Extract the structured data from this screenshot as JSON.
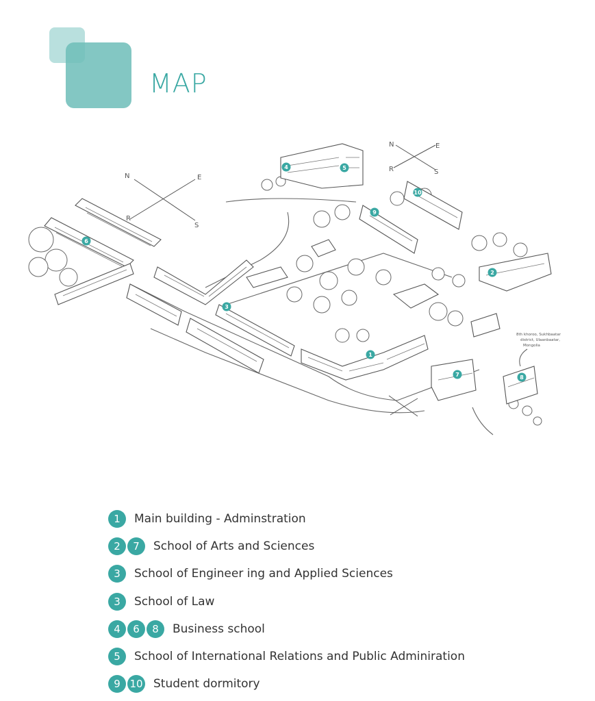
{
  "title": "MAP",
  "compass": {
    "n": "N",
    "e": "E",
    "s": "S",
    "r": "R"
  },
  "address": [
    "8th khoroo, Sukhbaatar",
    "district, Ulaanbaatar,",
    "Mongolia"
  ],
  "colors": {
    "accent": "#3aa8a3",
    "square_light": "#7fc6c3",
    "square_dark": "#6dbdb9"
  },
  "map_markers": [
    {
      "label": "1"
    },
    {
      "label": "2"
    },
    {
      "label": "3"
    },
    {
      "label": "4"
    },
    {
      "label": "5"
    },
    {
      "label": "6"
    },
    {
      "label": "7"
    },
    {
      "label": "8"
    },
    {
      "label": "9"
    },
    {
      "label": "10"
    }
  ],
  "legend": [
    {
      "badges": [
        "1"
      ],
      "label": "Main building - Adminstration"
    },
    {
      "badges": [
        "2",
        "7"
      ],
      "label": "School of Arts and Sciences"
    },
    {
      "badges": [
        "3"
      ],
      "label": "School of Engineer ing and Applied Sciences"
    },
    {
      "badges": [
        "3"
      ],
      "label": "School of Law"
    },
    {
      "badges": [
        "4",
        "6",
        "8"
      ],
      "label": "Business school"
    },
    {
      "badges": [
        "5"
      ],
      "label": "School of International Relations and Public Adminiration"
    },
    {
      "badges": [
        "9",
        "10"
      ],
      "label": "Student dormitory"
    }
  ]
}
